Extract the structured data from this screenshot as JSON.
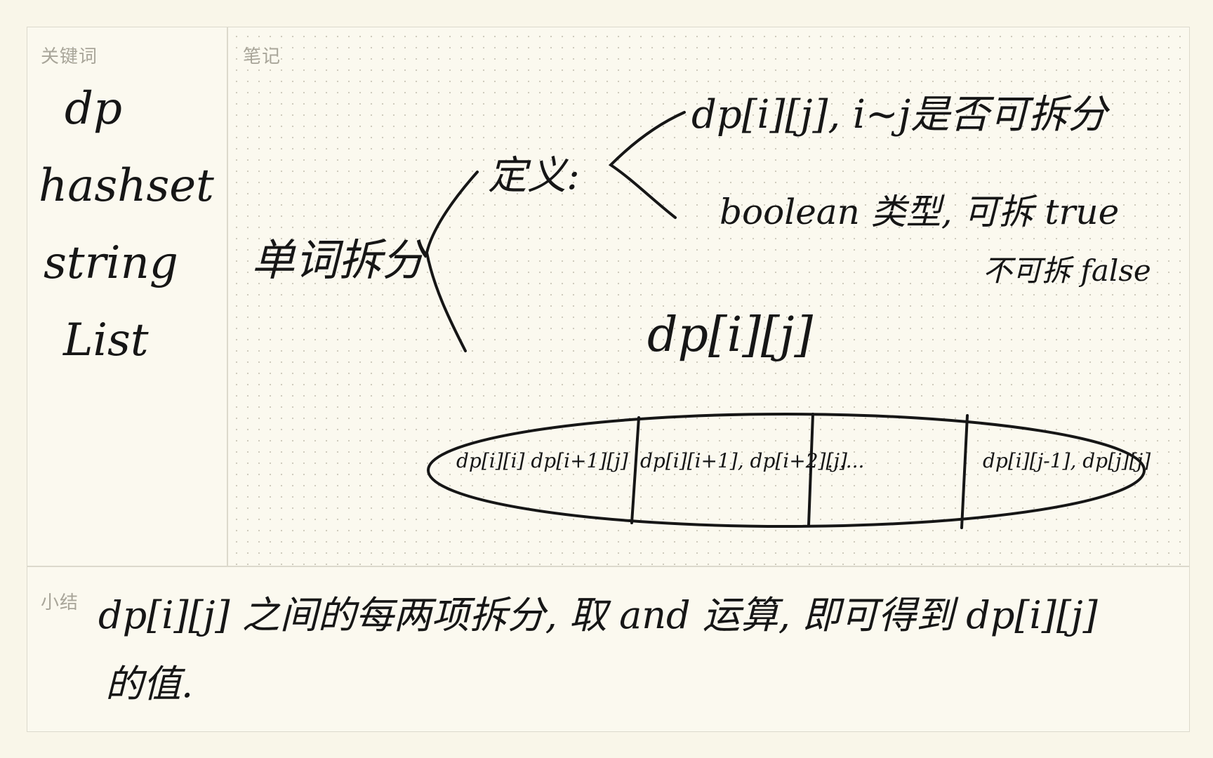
{
  "labels": {
    "keywords": "关键词",
    "notes": "笔记",
    "summary": "小结"
  },
  "keywords": [
    "dp",
    "hashset",
    "string",
    "List"
  ],
  "notes": {
    "topic": "单词拆分",
    "definition_label": "定义:",
    "definition_1": "dp[i][j], i~j是否可拆分",
    "definition_2": "boolean 类型, 可拆 true",
    "definition_3": "不可拆 false",
    "formula": "dp[i][j]",
    "cells": [
      "dp[i][i] dp[i+1][j]",
      "dp[i][i+1], dp[i+2][j]",
      "......",
      "dp[i][j-1], dp[j][j]"
    ]
  },
  "summary": {
    "line1": "dp[i][j] 之间的每两项拆分, 取 and 运算, 即可得到 dp[i][j]",
    "line2": "的值."
  }
}
